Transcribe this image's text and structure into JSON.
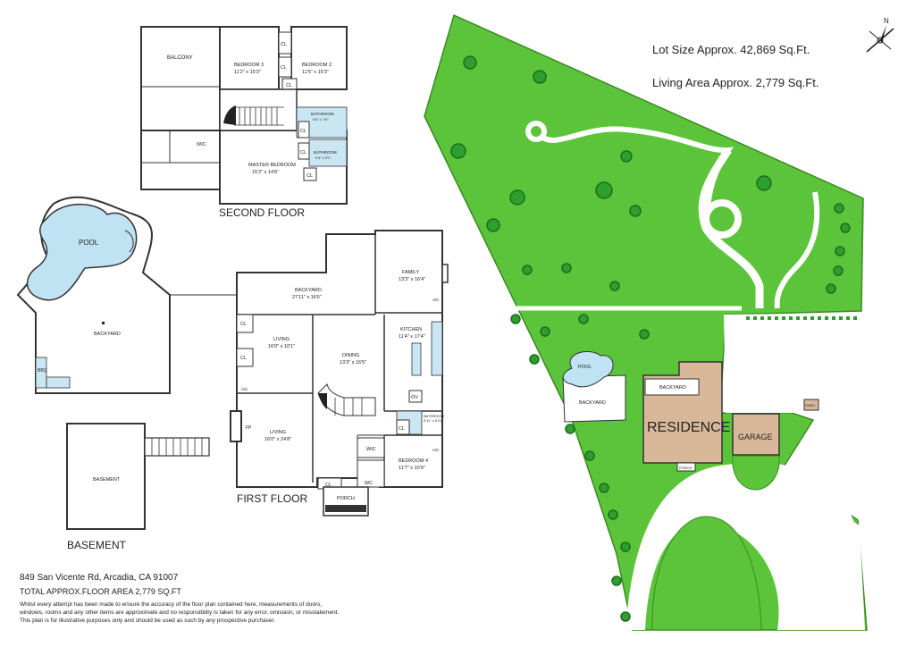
{
  "compass": {
    "north": "N"
  },
  "site": {
    "lot_size": "Lot Size Approx. 42,869 Sq.Ft.",
    "living_area": "Living Area Approx. 2,779 Sq.Ft.",
    "residence": "RESIDENCE",
    "garage": "GARAGE",
    "pool": "POOL",
    "backyard_left": "BACKYARD",
    "backyard_top": "BACKYARD",
    "porch": "PORCH",
    "shed": "SHED"
  },
  "second_floor": {
    "title": "SECOND FLOOR",
    "balcony": "BALCONY",
    "bedroom3_name": "BEDROOM 3",
    "bedroom3_dim": "11'2\" x 15'3\"",
    "bedroom2_name": "BEDROOM 2",
    "bedroom2_dim": "11'5\" x 15'3\"",
    "bathroom1_name": "BATHROOM",
    "bathroom1_dim": "9'4\" x 7'8\"",
    "bathroom2_name": "BATHROOM",
    "bathroom2_dim": "9'4\" x 9'1\"",
    "wic": "WIC",
    "master_name": "MASTER BEDROOM",
    "master_dim": "15'2\" x 14'6\"",
    "cl": "CL"
  },
  "first_floor": {
    "title": "FIRST FLOOR",
    "pool": "POOL",
    "backyard": "BACKYARD",
    "bbq": "BBQ",
    "backyard2_name": "BACKYARD",
    "backyard2_dim": "27'11\" x 16'6\"",
    "family_name": "FAMILY",
    "family_dim": "13'3\" x 16'4\"",
    "living1_name": "LIVING",
    "living1_dim": "16'0\" x 10'1\"",
    "dining_name": "DINING",
    "dining_dim": "13'3\" x 16'5\"",
    "kitchen_name": "KITCHEN",
    "kitchen_dim": "11'4\" x 17'4\"",
    "living2_name": "LIVING",
    "living2_dim": "16'0\" x 24'8\"",
    "bathroom_name": "BATHROOM",
    "bathroom_dim": "5'11\" x 5'11\"",
    "bedroom4_name": "BEDROOM 4",
    "bedroom4_dim": "11'7\" x 10'9\"",
    "wic": "WIC",
    "wc": "WC",
    "porch": "PORCH",
    "ov": "OV",
    "ac": "A/C",
    "fp": "FP",
    "cl": "CL"
  },
  "basement": {
    "title": "BASEMENT",
    "room": "BASEMENT"
  },
  "footer": {
    "address": "849 San Vicente Rd, Arcadia, CA 91007",
    "total_area": "TOTAL APPROX.FLOOR AREA 2,779 SQ.FT",
    "disclaimer1": "Whilst every attempt has been made to ensure the accuracy of the floor plan contained here, measurements of doors,",
    "disclaimer2": "windows, rooms and any other items are approximate and no responsibility is taken for any error, omission, or misstatement.",
    "disclaimer3": "This plan is for illustrative purposes only and should be used as such by any prospective purchaser."
  },
  "colors": {
    "lawn": "#5cc43a",
    "tree": "#2e9e2e",
    "residence": "#d9b89a",
    "water": "#bfe3f3",
    "wall": "#333333"
  }
}
